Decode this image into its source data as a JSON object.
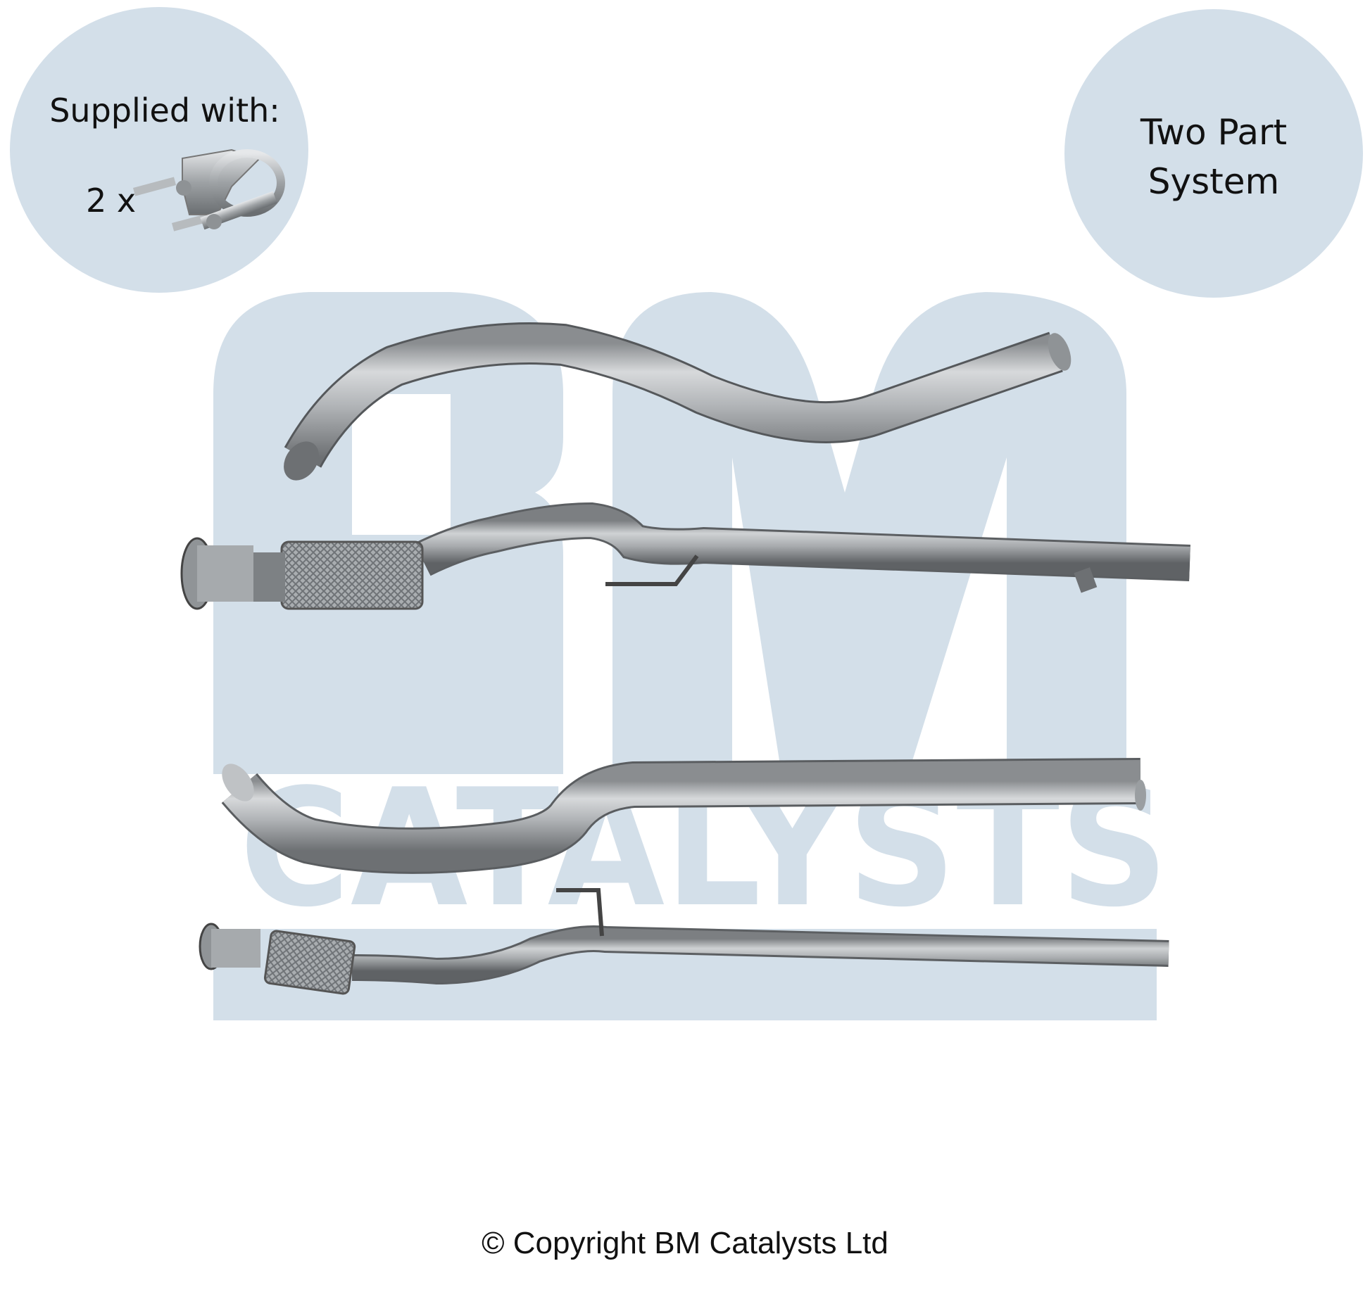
{
  "badges": {
    "supplied": {
      "label": "Supplied with:",
      "quantity": "2 x",
      "item_icon": "exhaust-clamp-icon"
    },
    "system_type": {
      "line1": "Two Part",
      "line2": "System"
    }
  },
  "watermark": {
    "brand": "BM",
    "subtitle": "CATALYSTS",
    "color": "#d3dfe9"
  },
  "product": {
    "parts": [
      {
        "name": "s-bend-tailpipe",
        "icon": "pipe-icon"
      },
      {
        "name": "front-pipe-with-flex",
        "icon": "flex-pipe-icon"
      },
      {
        "name": "intermediate-pipe",
        "icon": "pipe-icon"
      },
      {
        "name": "front-pipe-with-flex-and-bracket",
        "icon": "flex-pipe-icon"
      }
    ]
  },
  "footer": {
    "copyright": "© Copyright BM Catalysts Ltd"
  }
}
